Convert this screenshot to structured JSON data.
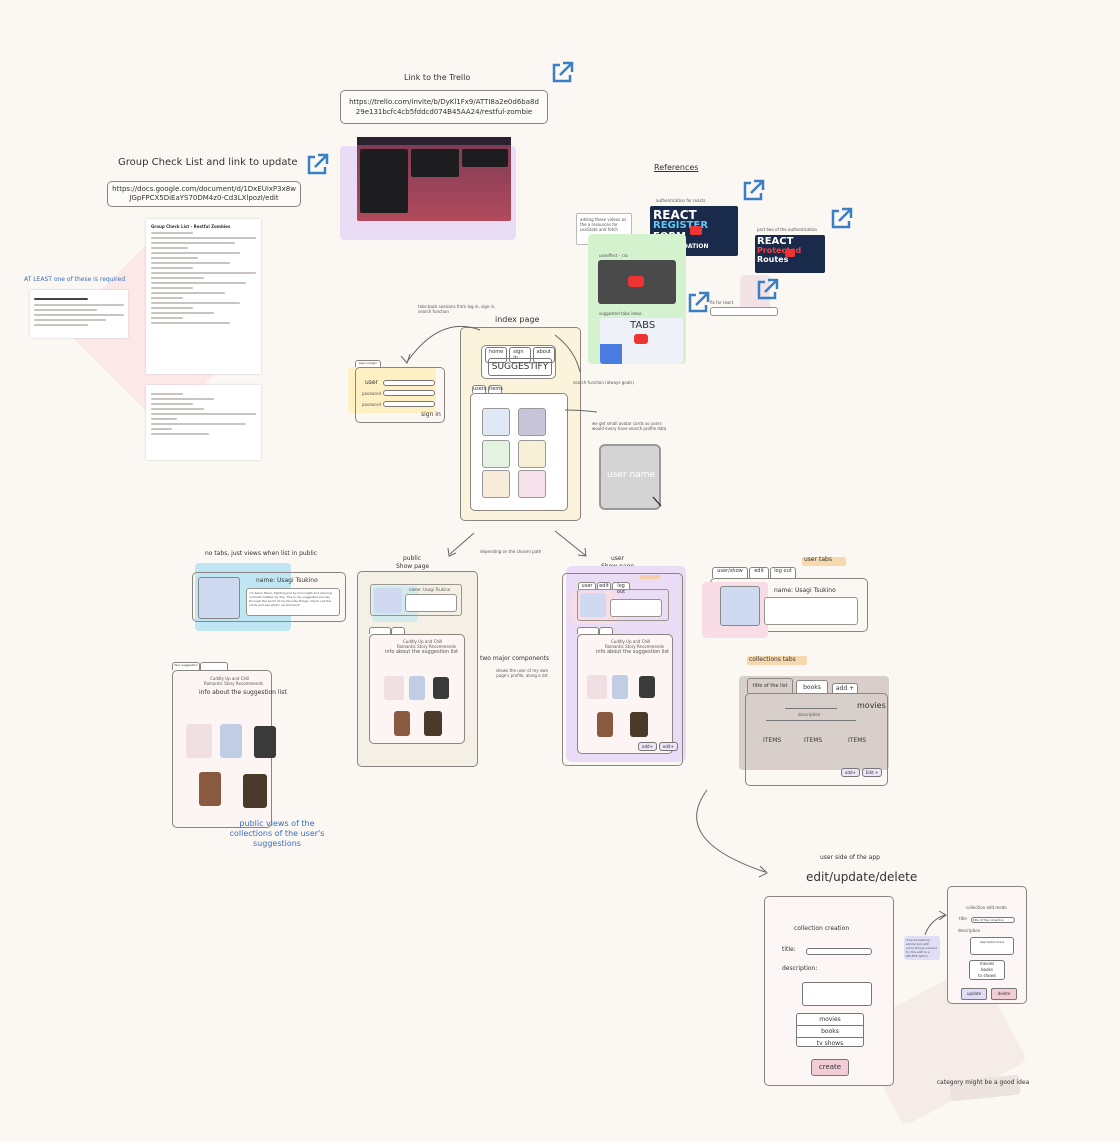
{
  "trello": {
    "title": "Link to the Trello",
    "url": "https://trello.com/invite/b/DyKl1Fx9/ATTI8a2e0d6ba8d29e131bcfc4cb5fddcd074B45AA24/restful-zombie"
  },
  "group_checklist": {
    "title": "Group Check List and link to update",
    "url": "https://docs.google.com/document/d/1DxEUixP3x8wJGpFPCX5DiEaYS70DM4z0-Cd3LXlpozI/edit"
  },
  "requirements_note": "AT LEAST one of these is required",
  "checklist_doc_title": "Group Check List - Restful Zombies",
  "references": {
    "title": "References",
    "auth_label": "authentication for reacts",
    "auth_part2_label": "part two of the authentication",
    "usestate_note": "adding these videos as the a resources for useState and fetch",
    "useeffect_label": "useeffect - css",
    "tabs_label": "suggested tabs ideas",
    "fix_label": "fix for react",
    "react_form_line1": "REACT",
    "react_form_line2": "REGISTER",
    "react_form_line3": "FORM",
    "react_form_line4": "VALIDATION",
    "react_protected_line1": "REACT",
    "react_protected_line2": "Protected",
    "react_protected_line3": "Routes",
    "tabs_thumb_text": "TABS"
  },
  "index_page": {
    "title": "index page",
    "logo": "SUGGESTIFY",
    "nav_buttons": [
      "home",
      "sign in",
      "about"
    ],
    "signin_note": "take back sessions from log in, sign in, search function",
    "search_note": "search function (always goals)",
    "avatar_note": "we get small avatar cards so users would every have search profile data",
    "user_name_label": "user name",
    "tabs": [
      "users",
      "items"
    ]
  },
  "signin_form": {
    "tab_label": "sign-in/login",
    "user_label": "user",
    "password_label": "password",
    "password2_label": "password",
    "submit": "sign in"
  },
  "flow": {
    "depending_note": "depending on the chosen path",
    "two_components": "two major components",
    "two_components_sub": "shows the user of my own page's profile, along a list"
  },
  "public_views": {
    "no_tabs_note": "no tabs, just views when list in public",
    "name_label": "name: Usagi Tsukino",
    "bio": "I'm Sailor Moon, fighting evil by moonlight and winning romantic battles by day. This is my suggested journey through the world of my favorite things. Check out the cards and see what I recommend!",
    "collection_tab": "fav/ suggestion",
    "collection_title": "Cuddly Up and Chill",
    "collection_subtitle": "Romantic Story Recommends",
    "collection_desc": "info about the suggestion list",
    "caption": "public views of the collections of the user's suggestions"
  },
  "public_show": {
    "title_line1": "public",
    "title_line2": "Show page",
    "name_label": "name: Usagi Tsukino",
    "collection_title": "Cuddly Up and Chill",
    "collection_subtitle": "Romantic Story Recommends",
    "collection_desc": "info about the suggestion list"
  },
  "user_show": {
    "title_line1": "user",
    "title_line2": "Show page",
    "tabs": [
      "user",
      "edit",
      "log out"
    ],
    "collection_title": "Cuddly Up and Chill",
    "collection_subtitle": "Romantic Story Recommends",
    "collection_desc": "info about the suggestion list",
    "buttons": [
      "add+",
      "edit+"
    ]
  },
  "user_tabs": {
    "title": "user tabs",
    "tabs": [
      "user/show",
      "edit",
      "log out"
    ],
    "name_label": "name: Usagi Tsukino"
  },
  "collections_tabs": {
    "title": "collections tabs",
    "tabs": [
      "title of the list",
      "books",
      "add +"
    ],
    "heading": "movies",
    "description": "description",
    "items": [
      "ITEMS",
      "ITEMS",
      "ITEMS"
    ],
    "buttons": [
      "add+",
      "Edit +"
    ]
  },
  "user_side": {
    "title": "user side of the app",
    "subtitle": "edit/update/delete",
    "creation_title": "collection creation",
    "title_label": "title:",
    "description_label": "description:",
    "categories": [
      "movies",
      "books",
      "tv shows"
    ],
    "create_button": "create",
    "edit_note": "it be something similar but with some things needed for the edit to a DELETE option",
    "edit_mode_title": "collection edit mode",
    "edit_title_label": "title",
    "edit_title_value": "title of the collection",
    "edit_desc_label": "description",
    "edit_desc_value": "description here",
    "edit_categories": [
      "movies",
      "books",
      "tv shows"
    ],
    "update_button": "update",
    "delete_button": "delete",
    "category_note": "category might be a good idea"
  },
  "colors": {
    "background": "#fbf8f4",
    "link_icon": "#3a7fc4",
    "yellow": "#fff0c4",
    "pink": "#f8dce6",
    "blue": "#bfe6f2",
    "purple": "#eadcf5",
    "green": "#d5f2cf"
  }
}
